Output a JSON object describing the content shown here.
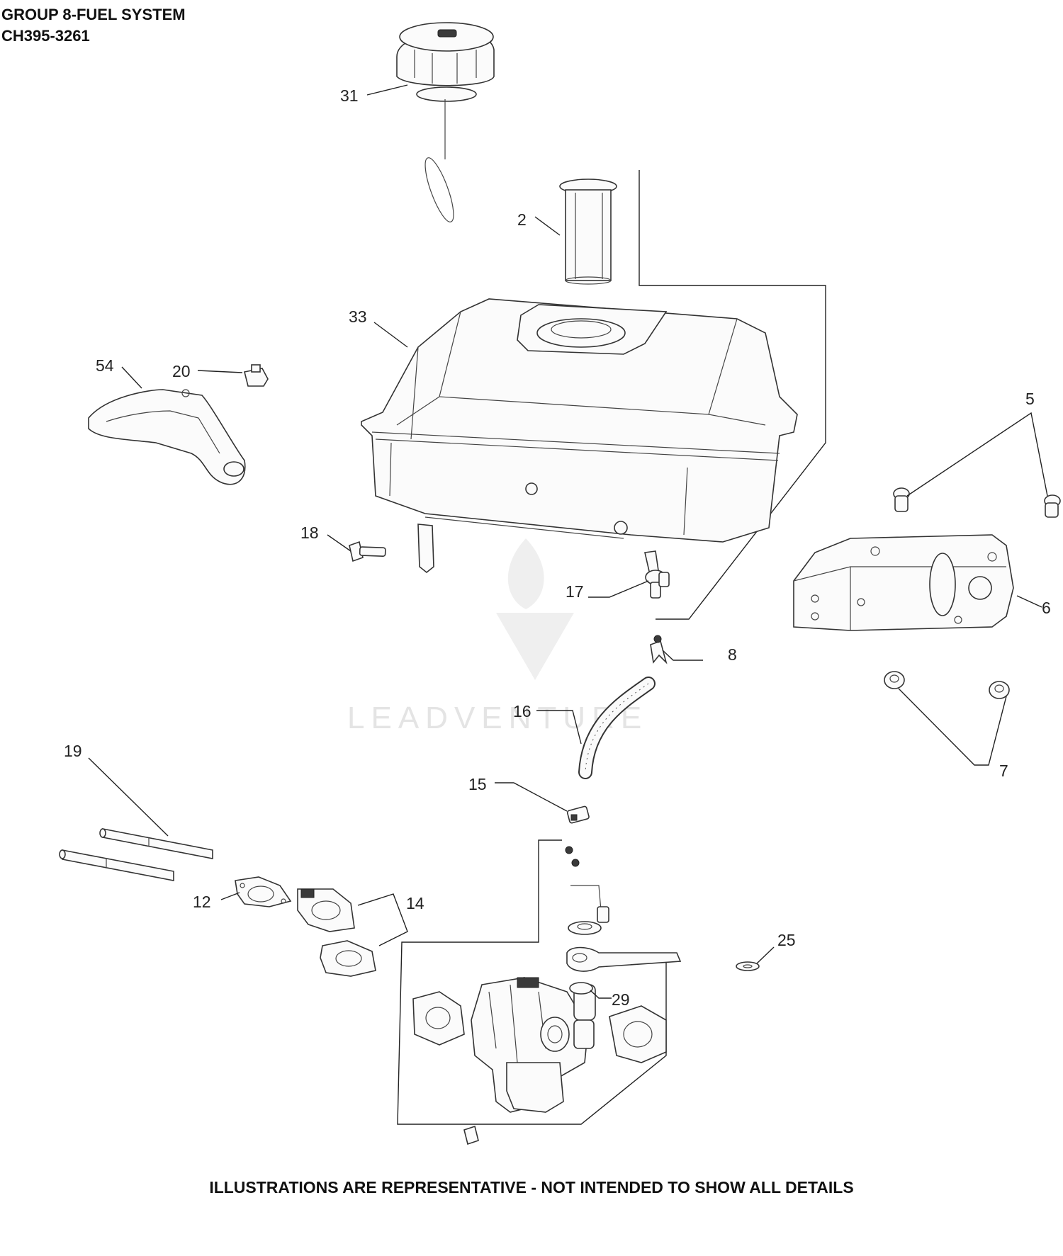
{
  "header": {
    "line1": "GROUP 8-FUEL SYSTEM",
    "line2": "CH395-3261"
  },
  "footer": {
    "note": "ILLUSTRATIONS ARE REPRESENTATIVE - NOT INTENDED TO SHOW ALL DETAILS"
  },
  "watermark": {
    "text": "LEADVENTURE"
  },
  "callouts": [
    {
      "id": "c31",
      "label": "31"
    },
    {
      "id": "c2",
      "label": "2"
    },
    {
      "id": "c33",
      "label": "33"
    },
    {
      "id": "c54",
      "label": "54"
    },
    {
      "id": "c20",
      "label": "20"
    },
    {
      "id": "c5",
      "label": "5"
    },
    {
      "id": "c6",
      "label": "6"
    },
    {
      "id": "c18",
      "label": "18"
    },
    {
      "id": "c17",
      "label": "17"
    },
    {
      "id": "c8",
      "label": "8"
    },
    {
      "id": "c7",
      "label": "7"
    },
    {
      "id": "c16",
      "label": "16"
    },
    {
      "id": "c19",
      "label": "19"
    },
    {
      "id": "c15",
      "label": "15"
    },
    {
      "id": "c12",
      "label": "12"
    },
    {
      "id": "c14",
      "label": "14"
    },
    {
      "id": "c25",
      "label": "25"
    },
    {
      "id": "c29",
      "label": "29"
    }
  ]
}
